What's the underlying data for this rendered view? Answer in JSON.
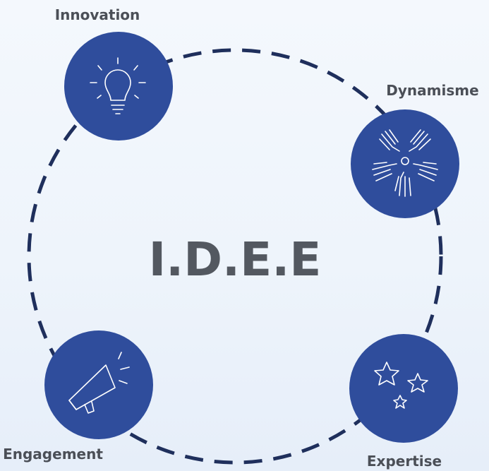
{
  "diagram": {
    "center_title": "I.D.E.E",
    "nodes": [
      {
        "id": "innovation",
        "label": "Innovation",
        "icon": "lightbulb-icon"
      },
      {
        "id": "dynamisme",
        "label": "Dynamisme",
        "icon": "hands-together-icon"
      },
      {
        "id": "expertise",
        "label": "Expertise",
        "icon": "stars-icon"
      },
      {
        "id": "engagement",
        "label": "Engagement",
        "icon": "megaphone-icon"
      }
    ],
    "colors": {
      "node_fill": "#2f4d9c",
      "ring_dash": "#1f2f5c",
      "label_text": "#4b4f57",
      "title_text": "#535860"
    }
  }
}
